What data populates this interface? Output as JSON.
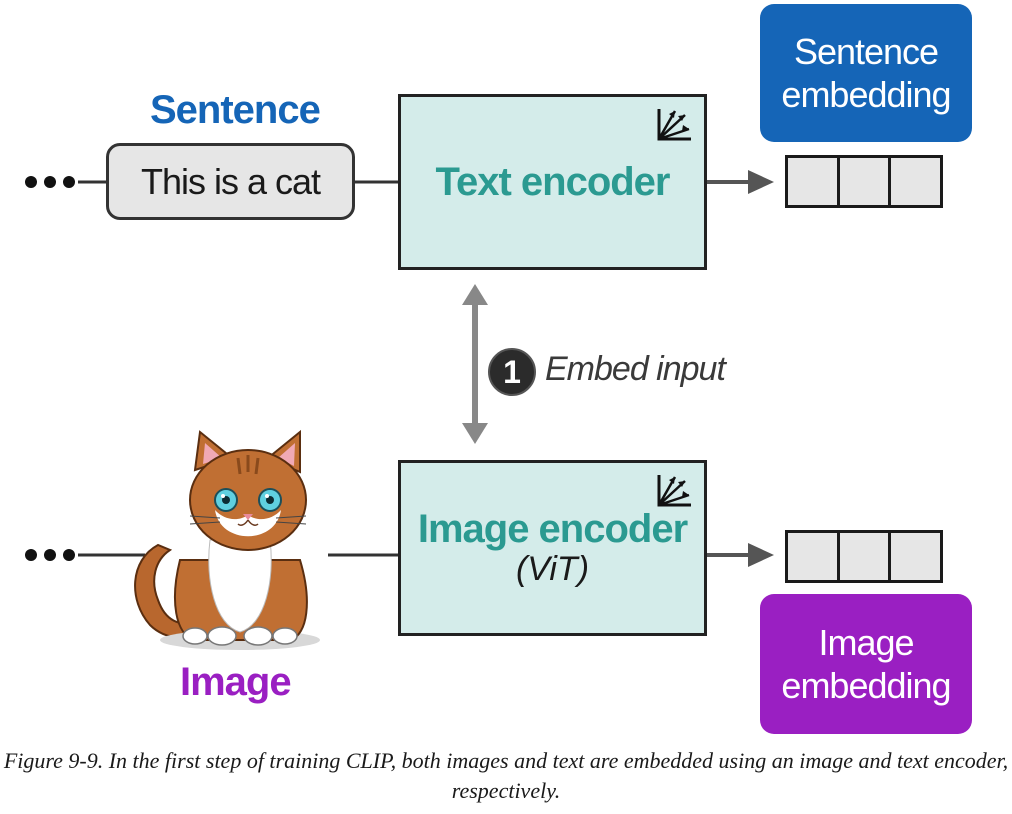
{
  "sentence_label": "Sentence",
  "sentence_text": "This is a cat",
  "text_encoder": "Text encoder",
  "image_encoder": "Image encoder",
  "image_encoder_sub": "(ViT)",
  "sentence_embedding": "Sentence embedding",
  "image_embedding": "Image embedding",
  "step_number": "1",
  "step_label": "Embed input",
  "image_label": "Image",
  "caption": "Figure 9-9. In the first step of training CLIP, both images and text are embedded using an image and text encoder, respectively.",
  "colors": {
    "sentence_blue": "#1565b7",
    "image_purple": "#9a1fc2",
    "encoder_fill": "#d4ecea",
    "encoder_text": "#2b9a91"
  },
  "icons": [
    "ellipsis-icon",
    "axes-icon",
    "cat-illustration"
  ]
}
